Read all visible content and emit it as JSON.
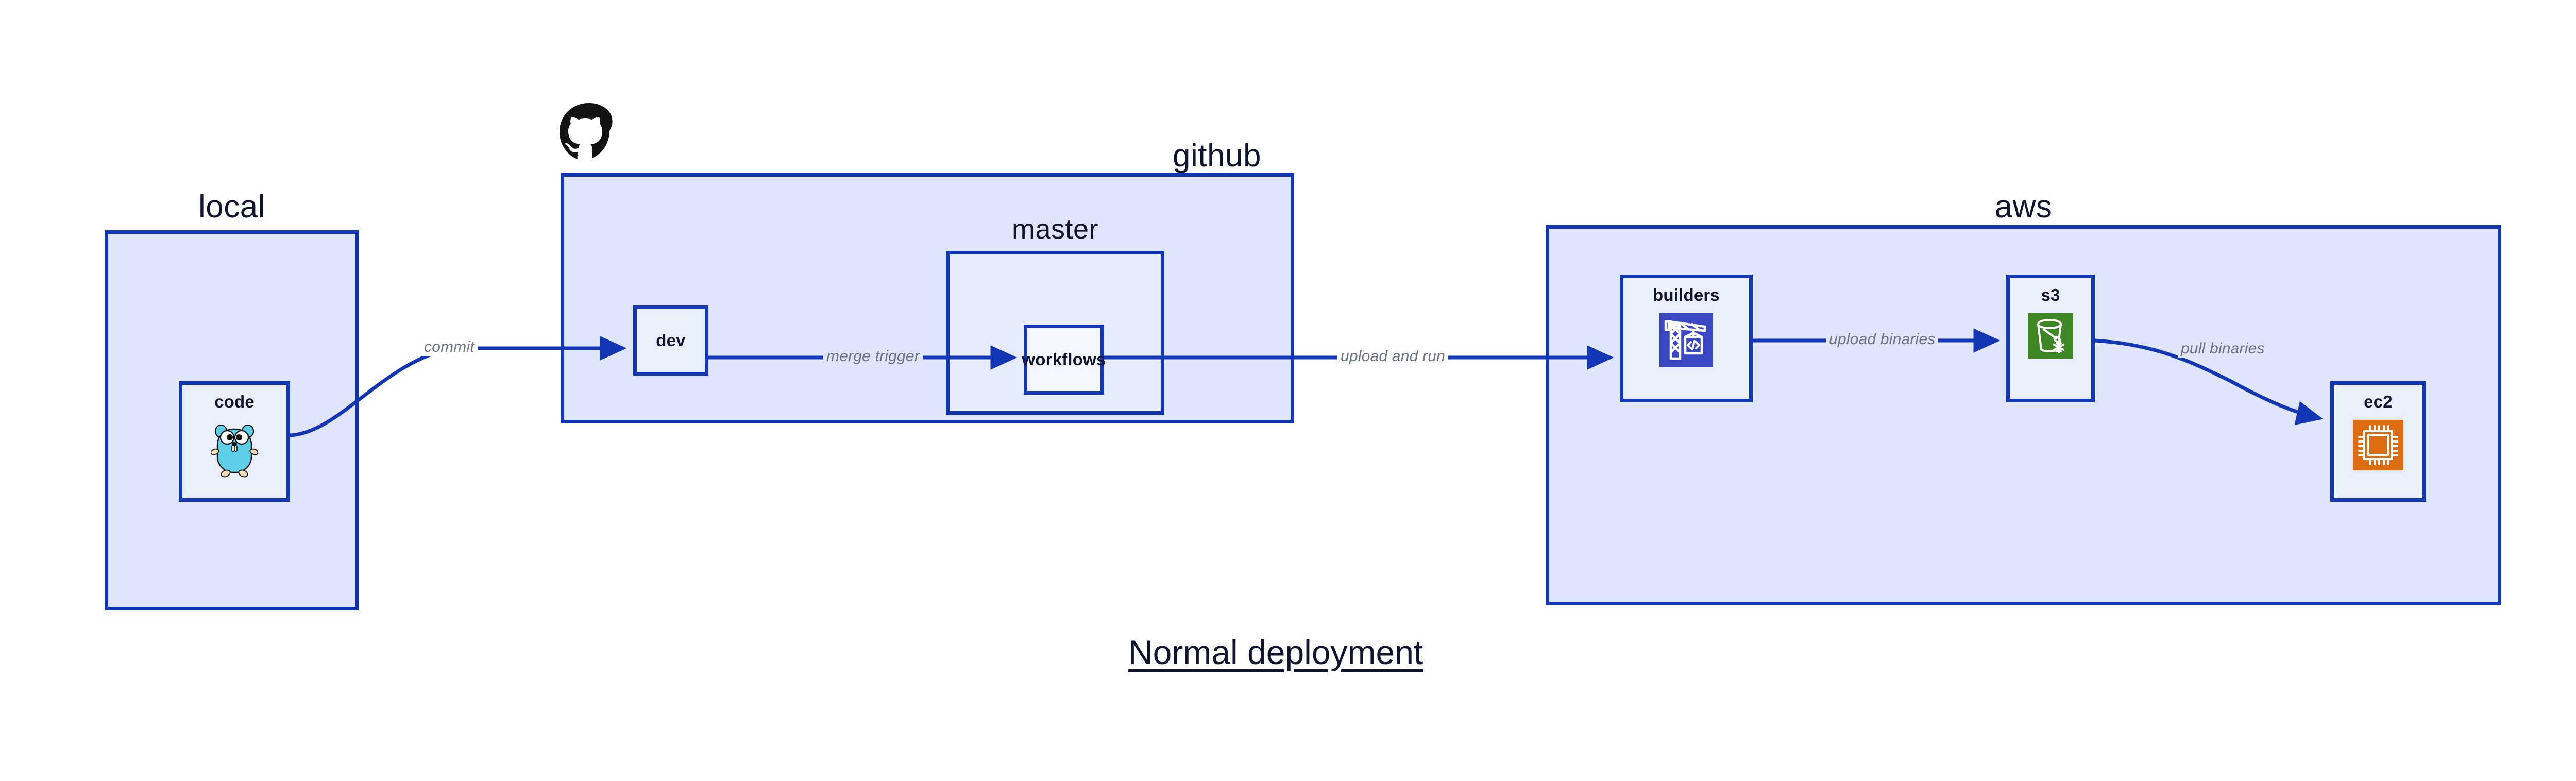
{
  "diagram": {
    "title": "Normal deployment",
    "accent_border": "#1236b4",
    "group_fill": "#dfe5fb",
    "node_fill": "#eaeffc",
    "label_color": "#6b7280",
    "text_color": "#10142c",
    "background": "#ffffff"
  },
  "groups": [
    {
      "id": "local",
      "label": "local"
    },
    {
      "id": "github",
      "label": "github"
    },
    {
      "id": "aws",
      "label": "aws"
    }
  ],
  "subgroups": [
    {
      "id": "master",
      "label": "master",
      "parent": "github"
    }
  ],
  "nodes": [
    {
      "id": "code",
      "label": "code",
      "group": "local",
      "icon": "go-gopher-icon",
      "icon_color": "#5ccfe6"
    },
    {
      "id": "dev",
      "label": "dev",
      "group": "github",
      "icon": "none",
      "icon_color": ""
    },
    {
      "id": "workflows",
      "label": "workflows",
      "group": "master",
      "icon": "none",
      "icon_color": ""
    },
    {
      "id": "builders",
      "label": "builders",
      "group": "aws",
      "icon": "aws-codebuild-icon",
      "icon_color": "#3b48c3"
    },
    {
      "id": "s3",
      "label": "s3",
      "group": "aws",
      "icon": "aws-s3-bucket-icon",
      "icon_color": "#3f8624"
    },
    {
      "id": "ec2",
      "label": "ec2",
      "group": "aws",
      "icon": "aws-ec2-chip-icon",
      "icon_color": "#dd6b10"
    }
  ],
  "edges": [
    {
      "id": "commit",
      "from": "code",
      "to": "dev",
      "label": "commit"
    },
    {
      "id": "merge-trigger",
      "from": "dev",
      "to": "workflows",
      "label": "merge trigger"
    },
    {
      "id": "upload-and-run",
      "from": "workflows",
      "to": "builders",
      "label": "upload and run"
    },
    {
      "id": "upload-binaries",
      "from": "builders",
      "to": "s3",
      "label": "upload binaries"
    },
    {
      "id": "pull-binaries",
      "from": "s3",
      "to": "ec2",
      "label": "pull binaries"
    }
  ],
  "logos": [
    {
      "id": "github-octocat",
      "name": "github-octocat-logo",
      "color": "#131313"
    }
  ]
}
